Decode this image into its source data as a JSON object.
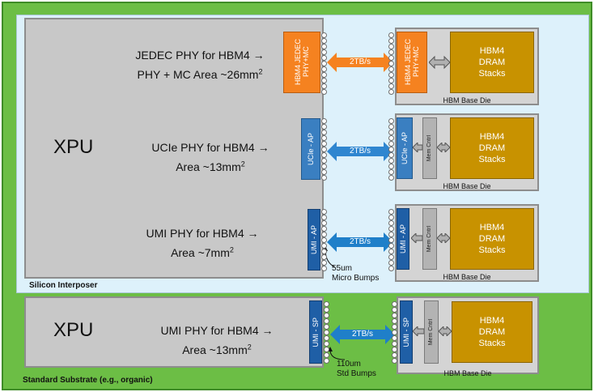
{
  "regions": {
    "standard_substrate": "Standard Substrate (e.g., organic)",
    "silicon_interposer": "Silicon Interposer"
  },
  "xpu_label": "XPU",
  "rows": [
    {
      "id": "jedec",
      "phy_line1": "JEDEC PHY for HBM4 →",
      "phy_line2": "PHY + MC Area ~26mm",
      "superscript": "2",
      "xpu_side_block": "HBM4 JEDEC\nPHY+MC",
      "link": "2TB/s",
      "die_side_block": "HBM4 JEDEC\nPHY+MC",
      "mem_ctrl": "",
      "dram": [
        "HBM4",
        "DRAM",
        "Stacks"
      ],
      "base_die": "HBM Base Die"
    },
    {
      "id": "ucie",
      "phy_line1": "UCIe PHY for HBM4 →",
      "phy_line2": "Area ~13mm",
      "superscript": "2",
      "xpu_side_block": "UCIe - AP",
      "link": "2TB/s",
      "die_side_block": "UCIe - AP",
      "mem_ctrl": "Mem Cntrl",
      "dram": [
        "HBM4",
        "DRAM",
        "Stacks"
      ],
      "base_die": "HBM Base Die"
    },
    {
      "id": "umi-ap",
      "phy_line1": "UMI PHY for HBM4 →",
      "phy_line2": "Area ~7mm",
      "superscript": "2",
      "xpu_side_block": "UMI - AP",
      "link": "2TB/s",
      "die_side_block": "UMI - AP",
      "mem_ctrl": "Mem Cntrl",
      "dram": [
        "HBM4",
        "DRAM",
        "Stacks"
      ],
      "base_die": "HBM Base Die",
      "bump_note": [
        "55um",
        "Micro Bumps"
      ]
    },
    {
      "id": "umi-sp",
      "phy_line1": "UMI PHY for HBM4 →",
      "phy_line2": "Area ~13mm",
      "superscript": "2",
      "xpu_side_block": "UMI - SP",
      "link": "2TB/s",
      "die_side_block": "UMI - SP",
      "mem_ctrl": "Mem Cntrl",
      "dram": [
        "HBM4",
        "DRAM",
        "Stacks"
      ],
      "base_die": "HBM Base Die",
      "bump_note": [
        "110um",
        "Std Bumps"
      ]
    }
  ],
  "colors": {
    "substrate": "#6cbe45",
    "interposer": "#ddf1fb",
    "jedec_phy": "#f58220",
    "ucie_phy": "#3a7fc1",
    "umi_phy": "#1f5fa6",
    "dram": "#c89200",
    "link_orange": "#f58220",
    "link_blue": "#1f7fc9"
  }
}
